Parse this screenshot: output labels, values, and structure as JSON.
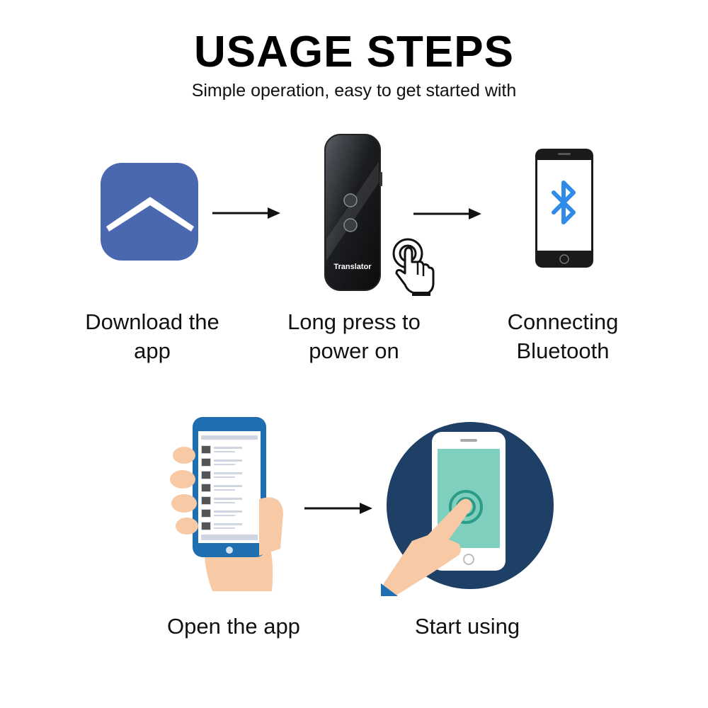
{
  "header": {
    "title": "USAGE STEPS",
    "subtitle": "Simple operation, easy to get started with"
  },
  "steps": [
    {
      "caption": "Download the\napp",
      "icon": "app-icon"
    },
    {
      "caption": "Long press to\npower on",
      "icon": "translator-device-icon",
      "device_label": "Translator"
    },
    {
      "caption": "Connecting\nBluetooth",
      "icon": "bluetooth-phone-icon"
    },
    {
      "caption": "Open the app",
      "icon": "hand-holding-phone-icon"
    },
    {
      "caption": "Start using",
      "icon": "finger-tap-phone-icon"
    }
  ],
  "colors": {
    "app_blue": "#4a68b0",
    "bluetooth_blue": "#2f8ae8",
    "navy": "#1e3f66",
    "phone_blue": "#1f6fb0",
    "screen_teal": "#7ecfbd",
    "skin": "#f7c9a5"
  }
}
